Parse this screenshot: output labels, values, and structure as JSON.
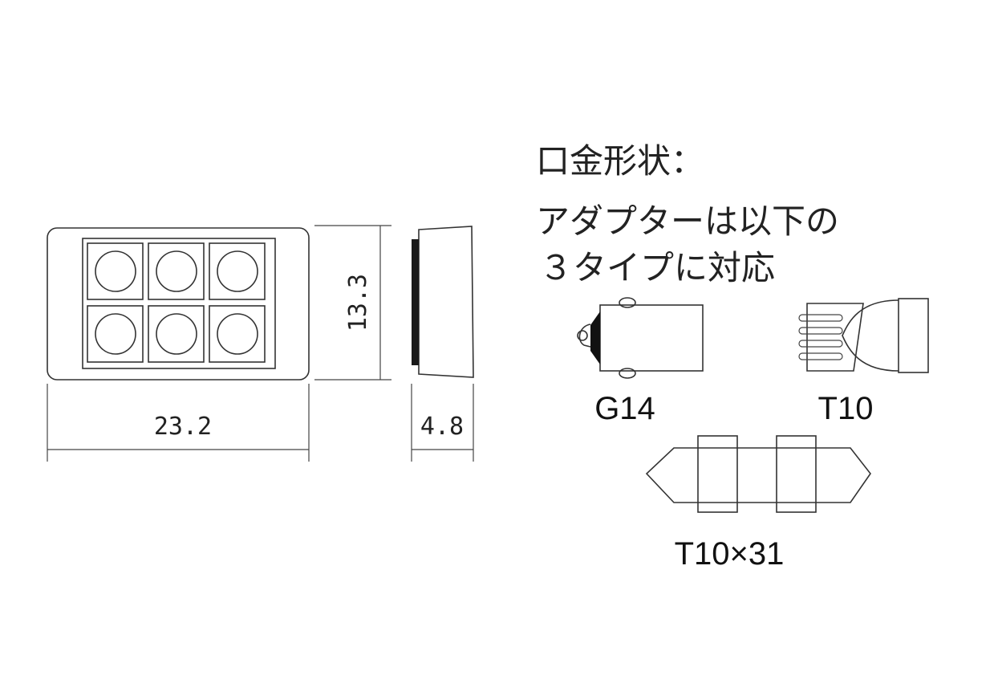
{
  "dimensions": {
    "width": "23.2",
    "height": "13.3",
    "depth": "4.8"
  },
  "base_heading": {
    "line1": "口金形状：",
    "line2": "アダプターは以下の",
    "line3": "３タイプに対応"
  },
  "bulb_types": {
    "g14": "G14",
    "t10": "T10",
    "t10x31": "T10×31"
  }
}
